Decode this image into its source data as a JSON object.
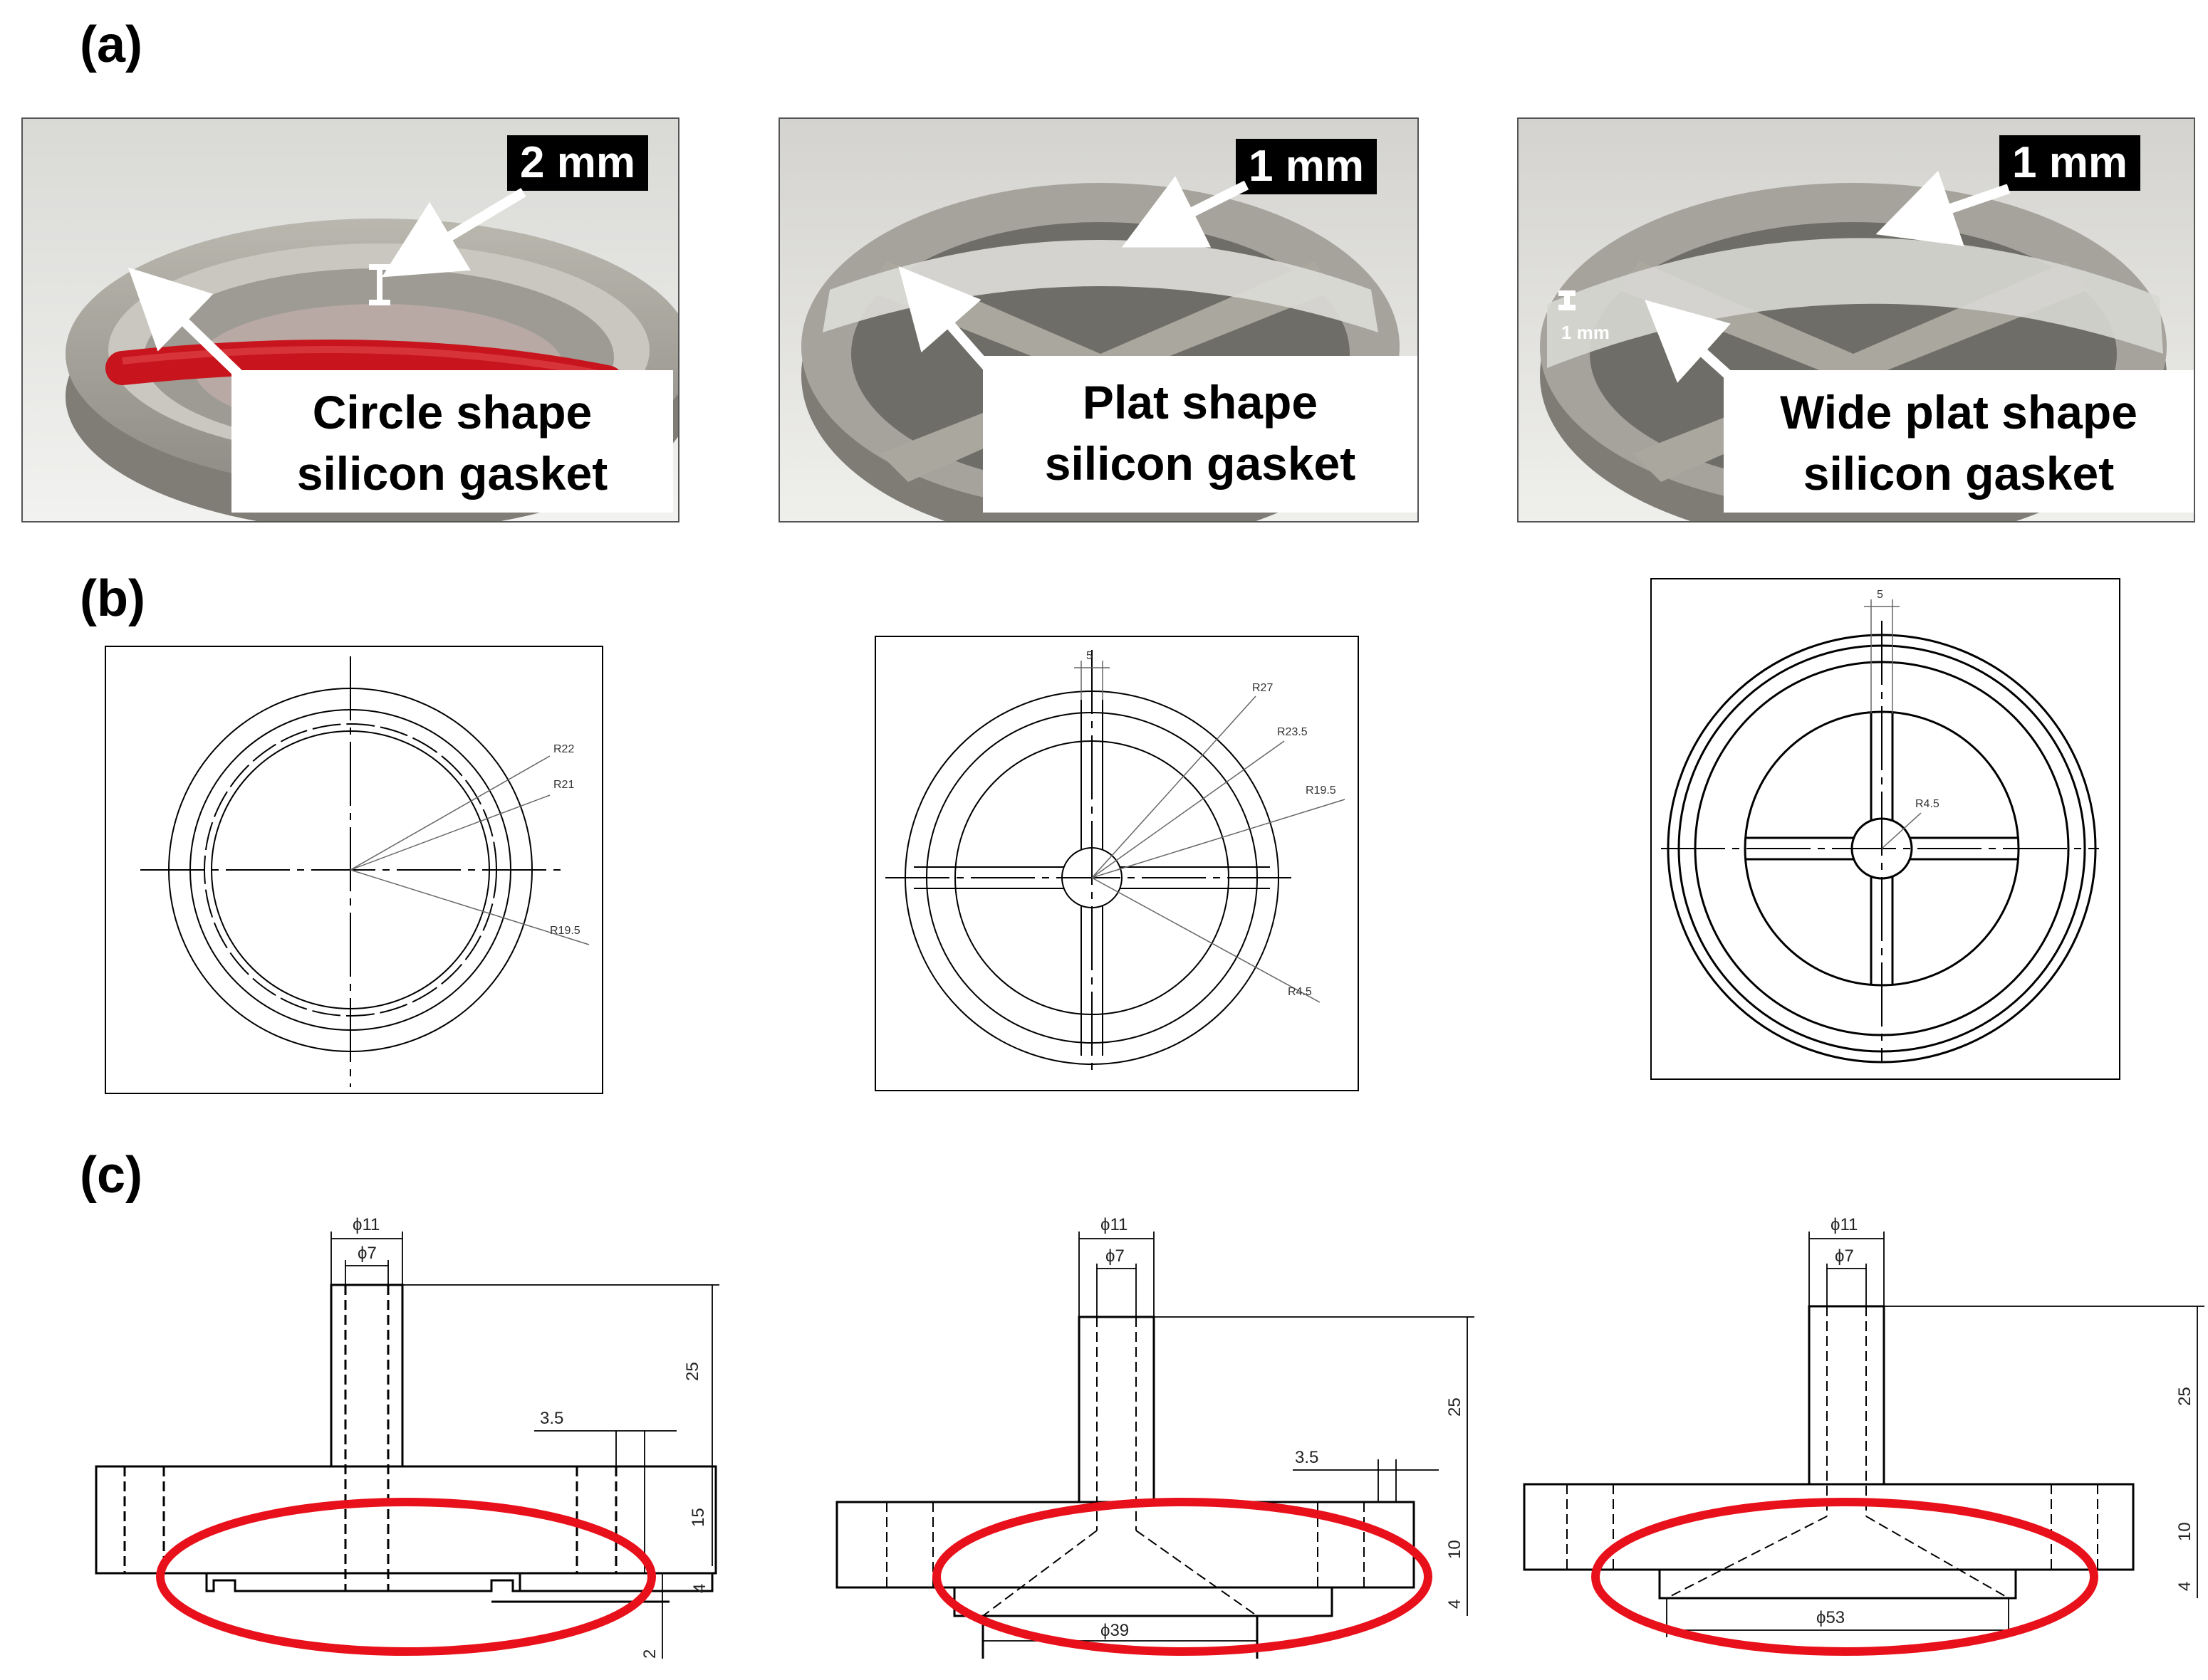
{
  "labels": {
    "a": "(a)",
    "b": "(b)",
    "c": "(c)"
  },
  "photos": [
    {
      "thickness": "2 mm",
      "caption_line1": "Circle shape",
      "caption_line2": "silicon gasket"
    },
    {
      "thickness": "1 mm",
      "caption_line1": "Plat shape",
      "caption_line2": "silicon gasket"
    },
    {
      "thickness": "1 mm",
      "small_thickness": "1 mm",
      "caption_line1": "Wide plat shape",
      "caption_line2": "silicon gasket"
    }
  ],
  "top_views": [
    {
      "dims": [
        "R22",
        "R21",
        "R19.5"
      ]
    },
    {
      "dims": [
        "5",
        "R27",
        "R23.5",
        "R19.5",
        "R4.5"
      ]
    },
    {
      "dims": [
        "5",
        "R4.5"
      ]
    }
  ],
  "sections": [
    {
      "dims": [
        "ϕ11",
        "ϕ7",
        "25",
        "3.5",
        "15",
        "4",
        "2"
      ]
    },
    {
      "dims": [
        "ϕ11",
        "ϕ7",
        "25",
        "3.5",
        "10",
        "4",
        "ϕ39"
      ]
    },
    {
      "dims": [
        "ϕ11",
        "ϕ7",
        "25",
        "10",
        "4",
        "ϕ53"
      ]
    }
  ],
  "colors": {
    "gasket_red": "#c8141c",
    "highlight_ellipse": "#e8101a",
    "metal": "#a9a79e"
  }
}
